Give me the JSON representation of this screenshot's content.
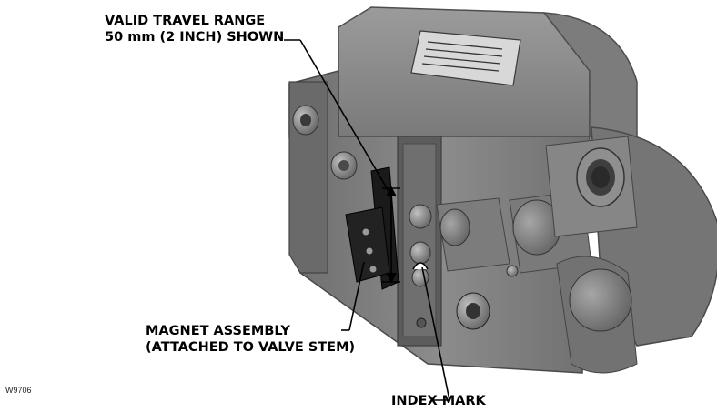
{
  "figure": {
    "id": "W9706",
    "callouts": {
      "travel_range": {
        "line1": "VALID TRAVEL RANGE",
        "line2": "50 mm (2 INCH) SHOWN"
      },
      "magnet_assembly": {
        "line1": "MAGNET ASSEMBLY",
        "line2": "(ATTACHED TO VALVE STEM)"
      },
      "index_mark": {
        "line1": "INDEX MARK"
      }
    }
  }
}
